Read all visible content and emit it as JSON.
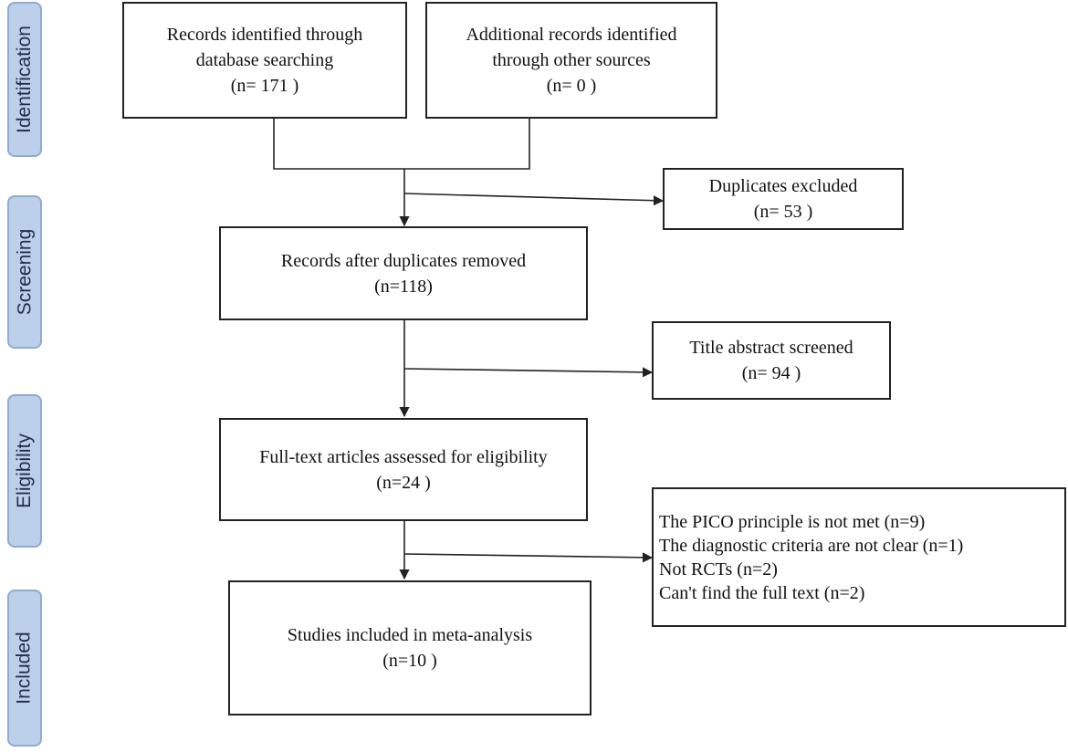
{
  "stages": [
    {
      "label": "Identification"
    },
    {
      "label": "Screening"
    },
    {
      "label": "Eligibility"
    },
    {
      "label": "Included"
    }
  ],
  "boxes": {
    "database": [
      "Records identified through",
      "database searching",
      "(n= 171 )"
    ],
    "other_sources": [
      "Additional records identified",
      "through other sources",
      "(n= 0 )"
    ],
    "duplicates_excluded": [
      "Duplicates  excluded",
      "(n= 53 )"
    ],
    "after_duplicates": [
      "Records after duplicates removed",
      "(n=118)"
    ],
    "title_abstract": [
      "Title  abstract screened",
      "(n= 94 )"
    ],
    "full_text": [
      "Full-text  articles assessed for eligibility",
      "(n=24 )"
    ],
    "exclusion_reasons": [
      "The PICO principle is not met (n=9)",
      "The diagnostic criteria are not clear (n=1)",
      "Not RCTs (n=2)",
      "Can't find the full  text (n=2)"
    ],
    "included": [
      "Studies included in meta-analysis",
      "(n=10 )"
    ]
  },
  "colors": {
    "stage_fill": "#bdd0ea",
    "stage_border": "#8eaad6",
    "line": "#222222"
  }
}
